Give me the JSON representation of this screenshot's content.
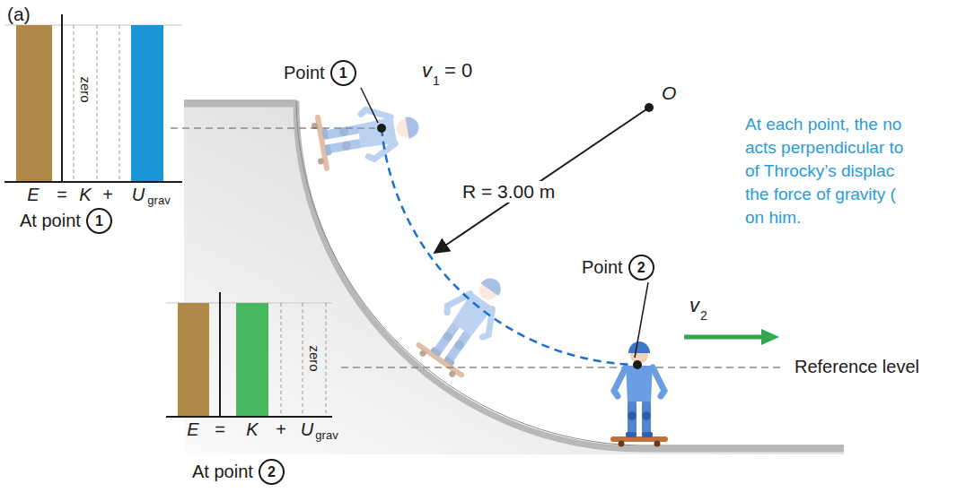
{
  "diagram": {
    "nodes": [
      {
        "text": [
          "Point",
          "1"
        ]
      },
      {
        "text": [
          "At point",
          "1"
        ]
      },
      {
        "text": [
          "Point",
          "2"
        ]
      },
      {
        "text": [
          "At point",
          "2"
        ]
      }
    ],
    "labels": [
      "(a)",
      "v",
      "1",
      "= 0",
      "O",
      "R = 3.00 m",
      "At each point, the no",
      "acts perpendicular to",
      "of Throcky’s displac",
      "the force of gravity (",
      "on him.",
      "v",
      "2",
      "Reference level",
      "zero",
      "E",
      "=",
      "K",
      "+",
      "U",
      "grav",
      "zero",
      "E",
      "=",
      "K",
      "+",
      "U",
      "grav"
    ]
  }
}
